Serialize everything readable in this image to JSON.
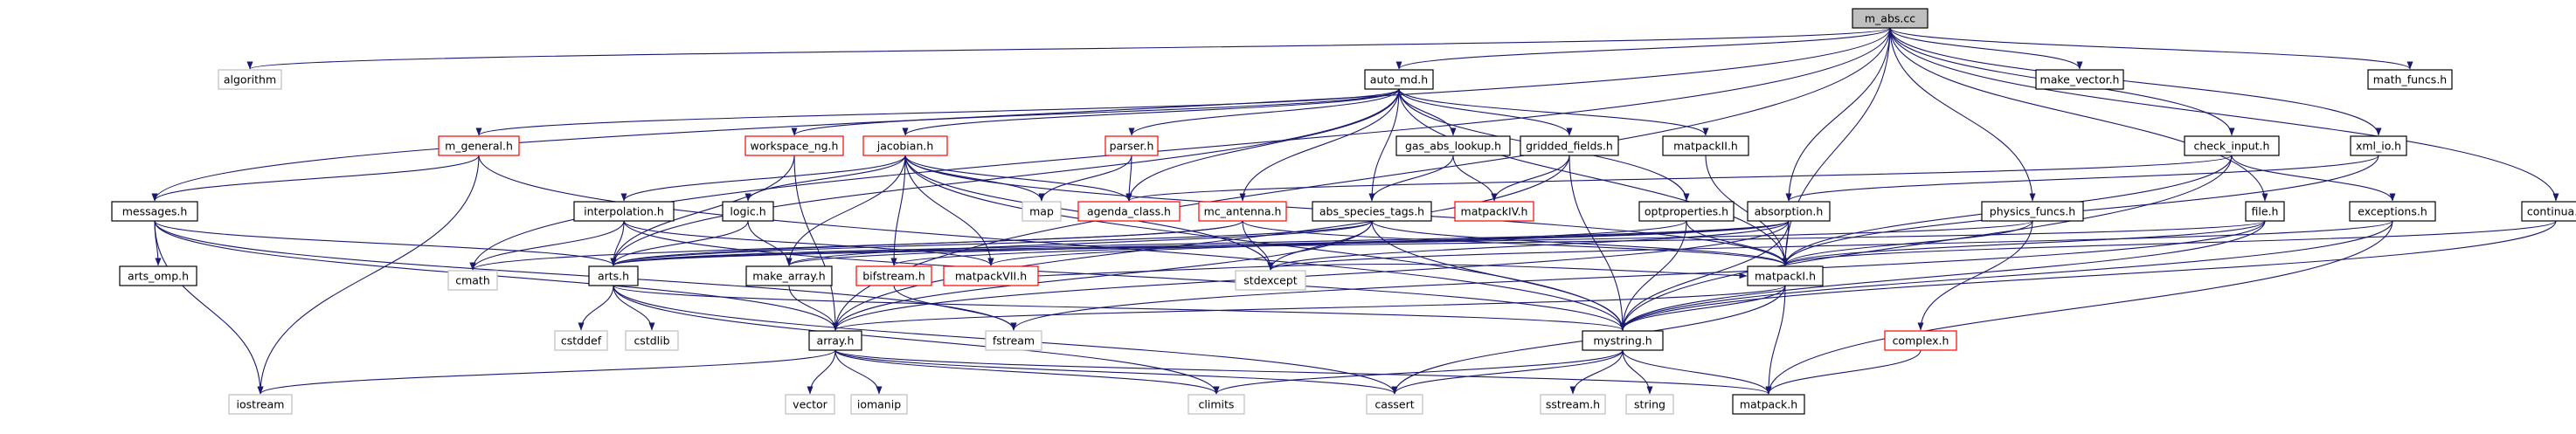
{
  "title": "m_abs.cc",
  "colors": {
    "edge": "#191970",
    "border_normal": "#000000",
    "border_truncated": "#ff0000",
    "border_external": "#bfbfbf",
    "fill_root": "#bfbfbf",
    "fill_node": "#ffffff"
  },
  "nodes": [
    {
      "id": "m_abs",
      "label": "m_abs.cc",
      "kind": "root"
    },
    {
      "id": "algorithm",
      "label": "algorithm",
      "kind": "external"
    },
    {
      "id": "auto_md",
      "label": "auto_md.h",
      "kind": "normal"
    },
    {
      "id": "make_vector",
      "label": "make_vector.h",
      "kind": "normal"
    },
    {
      "id": "math_funcs",
      "label": "math_funcs.h",
      "kind": "normal"
    },
    {
      "id": "m_general",
      "label": "m_general.h",
      "kind": "truncated"
    },
    {
      "id": "workspace_ng",
      "label": "workspace_ng.h",
      "kind": "truncated"
    },
    {
      "id": "jacobian",
      "label": "jacobian.h",
      "kind": "truncated"
    },
    {
      "id": "parser",
      "label": "parser.h",
      "kind": "truncated"
    },
    {
      "id": "gas_abs_lookup",
      "label": "gas_abs_lookup.h",
      "kind": "normal"
    },
    {
      "id": "gridded_fields",
      "label": "gridded_fields.h",
      "kind": "normal"
    },
    {
      "id": "matpackII",
      "label": "matpackII.h",
      "kind": "normal"
    },
    {
      "id": "check_input",
      "label": "check_input.h",
      "kind": "normal"
    },
    {
      "id": "xml_io",
      "label": "xml_io.h",
      "kind": "normal"
    },
    {
      "id": "messages",
      "label": "messages.h",
      "kind": "normal"
    },
    {
      "id": "interpolation",
      "label": "interpolation.h",
      "kind": "normal"
    },
    {
      "id": "logic",
      "label": "logic.h",
      "kind": "normal"
    },
    {
      "id": "map",
      "label": "map",
      "kind": "external"
    },
    {
      "id": "agenda_class",
      "label": "agenda_class.h",
      "kind": "truncated"
    },
    {
      "id": "mc_antenna",
      "label": "mc_antenna.h",
      "kind": "truncated"
    },
    {
      "id": "abs_species_tags",
      "label": "abs_species_tags.h",
      "kind": "normal"
    },
    {
      "id": "matpackIV",
      "label": "matpackIV.h",
      "kind": "truncated"
    },
    {
      "id": "optproperties",
      "label": "optproperties.h",
      "kind": "normal"
    },
    {
      "id": "absorption",
      "label": "absorption.h",
      "kind": "normal"
    },
    {
      "id": "physics_funcs",
      "label": "physics_funcs.h",
      "kind": "normal"
    },
    {
      "id": "file",
      "label": "file.h",
      "kind": "normal"
    },
    {
      "id": "exceptions",
      "label": "exceptions.h",
      "kind": "normal"
    },
    {
      "id": "continua",
      "label": "continua.h",
      "kind": "normal"
    },
    {
      "id": "arts_omp",
      "label": "arts_omp.h",
      "kind": "normal"
    },
    {
      "id": "cmath",
      "label": "cmath",
      "kind": "external"
    },
    {
      "id": "arts",
      "label": "arts.h",
      "kind": "normal"
    },
    {
      "id": "make_array",
      "label": "make_array.h",
      "kind": "normal"
    },
    {
      "id": "bifstream",
      "label": "bifstream.h",
      "kind": "truncated"
    },
    {
      "id": "matpackVII",
      "label": "matpackVII.h",
      "kind": "truncated"
    },
    {
      "id": "stdexcept",
      "label": "stdexcept",
      "kind": "external"
    },
    {
      "id": "matpackI",
      "label": "matpackI.h",
      "kind": "normal"
    },
    {
      "id": "cstddef",
      "label": "cstddef",
      "kind": "external"
    },
    {
      "id": "cstdlib",
      "label": "cstdlib",
      "kind": "external"
    },
    {
      "id": "array",
      "label": "array.h",
      "kind": "normal"
    },
    {
      "id": "fstream",
      "label": "fstream",
      "kind": "external"
    },
    {
      "id": "mystring",
      "label": "mystring.h",
      "kind": "normal"
    },
    {
      "id": "complex",
      "label": "complex.h",
      "kind": "truncated"
    },
    {
      "id": "iostream",
      "label": "iostream",
      "kind": "external"
    },
    {
      "id": "vector",
      "label": "vector",
      "kind": "external"
    },
    {
      "id": "iomanip",
      "label": "iomanip",
      "kind": "external"
    },
    {
      "id": "climits",
      "label": "climits",
      "kind": "external"
    },
    {
      "id": "cassert",
      "label": "cassert",
      "kind": "external"
    },
    {
      "id": "sstream",
      "label": "sstream.h",
      "kind": "external"
    },
    {
      "id": "string",
      "label": "string",
      "kind": "external"
    },
    {
      "id": "matpack",
      "label": "matpack.h",
      "kind": "normal"
    }
  ],
  "edges": [
    [
      "m_abs",
      "algorithm"
    ],
    [
      "m_abs",
      "auto_md"
    ],
    [
      "m_abs",
      "make_vector"
    ],
    [
      "m_abs",
      "math_funcs"
    ],
    [
      "m_abs",
      "check_input"
    ],
    [
      "m_abs",
      "xml_io"
    ],
    [
      "m_abs",
      "continua"
    ],
    [
      "m_abs",
      "messages"
    ],
    [
      "m_abs",
      "absorption"
    ],
    [
      "m_abs",
      "physics_funcs"
    ],
    [
      "m_abs",
      "file"
    ],
    [
      "m_abs",
      "matpackI"
    ],
    [
      "m_abs",
      "cmath"
    ],
    [
      "m_abs",
      "array"
    ],
    [
      "auto_md",
      "m_general"
    ],
    [
      "auto_md",
      "workspace_ng"
    ],
    [
      "auto_md",
      "jacobian"
    ],
    [
      "auto_md",
      "parser"
    ],
    [
      "auto_md",
      "gas_abs_lookup"
    ],
    [
      "auto_md",
      "gridded_fields"
    ],
    [
      "auto_md",
      "matpackII"
    ],
    [
      "auto_md",
      "optproperties"
    ],
    [
      "auto_md",
      "abs_species_tags"
    ],
    [
      "auto_md",
      "mc_antenna"
    ],
    [
      "auto_md",
      "matpackI"
    ],
    [
      "auto_md",
      "arts"
    ],
    [
      "auto_md",
      "agenda_class"
    ],
    [
      "m_general",
      "messages"
    ],
    [
      "m_general",
      "iostream"
    ],
    [
      "m_general",
      "mystring"
    ],
    [
      "workspace_ng",
      "arts"
    ],
    [
      "workspace_ng",
      "array"
    ],
    [
      "jacobian",
      "interpolation"
    ],
    [
      "jacobian",
      "logic"
    ],
    [
      "jacobian",
      "map"
    ],
    [
      "jacobian",
      "agenda_class"
    ],
    [
      "jacobian",
      "bifstream"
    ],
    [
      "jacobian",
      "matpackVII"
    ],
    [
      "jacobian",
      "stdexcept"
    ],
    [
      "jacobian",
      "matpackI"
    ],
    [
      "jacobian",
      "make_array"
    ],
    [
      "jacobian",
      "mystring"
    ],
    [
      "parser",
      "map"
    ],
    [
      "parser",
      "agenda_class"
    ],
    [
      "gas_abs_lookup",
      "abs_species_tags"
    ],
    [
      "gas_abs_lookup",
      "matpackIV"
    ],
    [
      "gridded_fields",
      "matpackIV"
    ],
    [
      "gridded_fields",
      "mystring"
    ],
    [
      "gridded_fields",
      "array"
    ],
    [
      "matpackII",
      "matpackI"
    ],
    [
      "check_input",
      "exceptions"
    ],
    [
      "check_input",
      "agenda_class"
    ],
    [
      "check_input",
      "matpackI"
    ],
    [
      "check_input",
      "mystring"
    ],
    [
      "xml_io",
      "absorption"
    ],
    [
      "xml_io",
      "matpackI"
    ],
    [
      "messages",
      "arts_omp"
    ],
    [
      "messages",
      "arts"
    ],
    [
      "messages",
      "iostream"
    ],
    [
      "messages",
      "array"
    ],
    [
      "messages",
      "fstream"
    ],
    [
      "interpolation",
      "arts"
    ],
    [
      "interpolation",
      "matpackVII"
    ],
    [
      "interpolation",
      "cmath"
    ],
    [
      "interpolation",
      "mystring"
    ],
    [
      "logic",
      "arts"
    ],
    [
      "logic",
      "make_array"
    ],
    [
      "mc_antenna",
      "arts"
    ],
    [
      "mc_antenna",
      "matpackI"
    ],
    [
      "mc_antenna",
      "stdexcept"
    ],
    [
      "mc_antenna",
      "cmath"
    ],
    [
      "abs_species_tags",
      "arts"
    ],
    [
      "abs_species_tags",
      "matpackI"
    ],
    [
      "abs_species_tags",
      "mystring"
    ],
    [
      "abs_species_tags",
      "array"
    ],
    [
      "abs_species_tags",
      "stdexcept"
    ],
    [
      "abs_species_tags",
      "make_array"
    ],
    [
      "optproperties",
      "matpackI"
    ],
    [
      "optproperties",
      "mystring"
    ],
    [
      "optproperties",
      "matpackVII"
    ],
    [
      "absorption",
      "matpackI"
    ],
    [
      "absorption",
      "mystring"
    ],
    [
      "absorption",
      "array"
    ],
    [
      "absorption",
      "make_array"
    ],
    [
      "absorption",
      "bifstream"
    ],
    [
      "absorption",
      "stdexcept"
    ],
    [
      "absorption",
      "arts"
    ],
    [
      "physics_funcs",
      "matpackI"
    ],
    [
      "physics_funcs",
      "complex"
    ],
    [
      "physics_funcs",
      "arts"
    ],
    [
      "file",
      "matpackI"
    ],
    [
      "file",
      "mystring"
    ],
    [
      "file",
      "fstream"
    ],
    [
      "file",
      "arts"
    ],
    [
      "exceptions",
      "mystring"
    ],
    [
      "exceptions",
      "matpack"
    ],
    [
      "exceptions",
      "stdexcept"
    ],
    [
      "continua",
      "matpackI"
    ],
    [
      "continua",
      "mystring"
    ],
    [
      "arts",
      "cstddef"
    ],
    [
      "arts",
      "cstdlib"
    ],
    [
      "arts",
      "cassert"
    ],
    [
      "arts",
      "climits"
    ],
    [
      "arts",
      "mystring"
    ],
    [
      "make_array",
      "array"
    ],
    [
      "bifstream",
      "fstream"
    ],
    [
      "matpackVII",
      "matpackI"
    ],
    [
      "matpackI",
      "array"
    ],
    [
      "matpackI",
      "matpack"
    ],
    [
      "matpackI",
      "cassert"
    ],
    [
      "matpackI",
      "mystring"
    ],
    [
      "array",
      "vector"
    ],
    [
      "array",
      "iomanip"
    ],
    [
      "array",
      "iostream"
    ],
    [
      "array",
      "climits"
    ],
    [
      "array",
      "cassert"
    ],
    [
      "array",
      "matpack"
    ],
    [
      "mystring",
      "string"
    ],
    [
      "mystring",
      "sstream"
    ],
    [
      "mystring",
      "climits"
    ],
    [
      "mystring",
      "cassert"
    ],
    [
      "mystring",
      "matpack"
    ],
    [
      "complex",
      "matpack"
    ]
  ]
}
